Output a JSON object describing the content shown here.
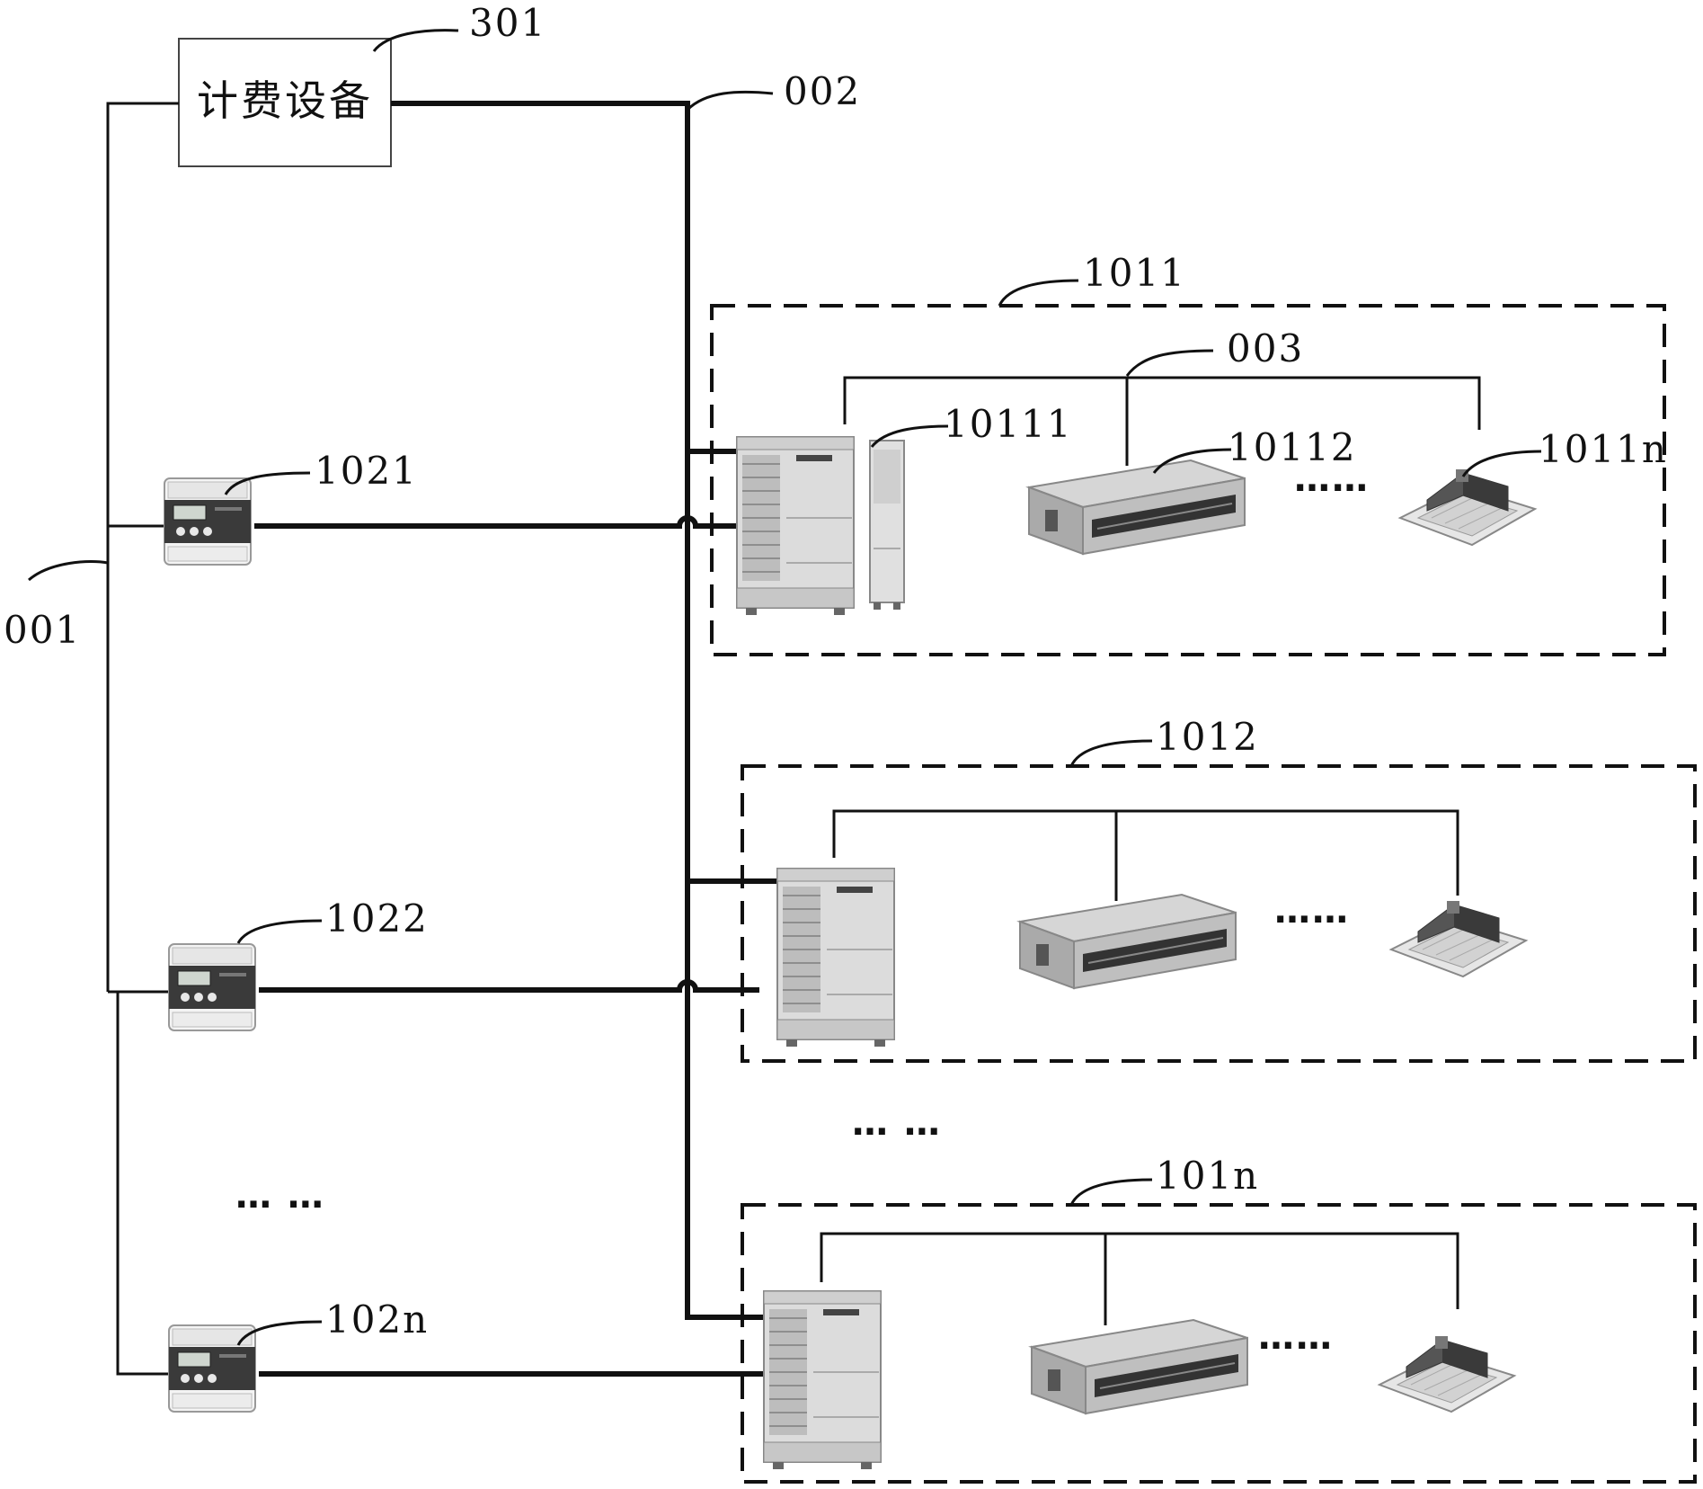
{
  "billing_device": {
    "label": "计费设备",
    "ref": "301"
  },
  "refs": {
    "meter_bus": "001",
    "comm_bus": "002",
    "indoor_bus": "003",
    "system_1": "1011",
    "system_2": "1012",
    "system_n": "101n",
    "outdoor_unit_1": "10111",
    "indoor_unit_2": "10112",
    "indoor_unit_n": "1011n",
    "meter_1": "1021",
    "meter_2": "1022",
    "meter_n": "102n"
  },
  "ellipsis": {
    "units_1": "……",
    "units_2": "……",
    "units_n": "……",
    "systems": "… …",
    "meters": "… …"
  },
  "icons": [
    "electric-meter-icon",
    "outdoor-unit-icon",
    "ducted-indoor-unit-icon",
    "cassette-indoor-unit-icon"
  ]
}
